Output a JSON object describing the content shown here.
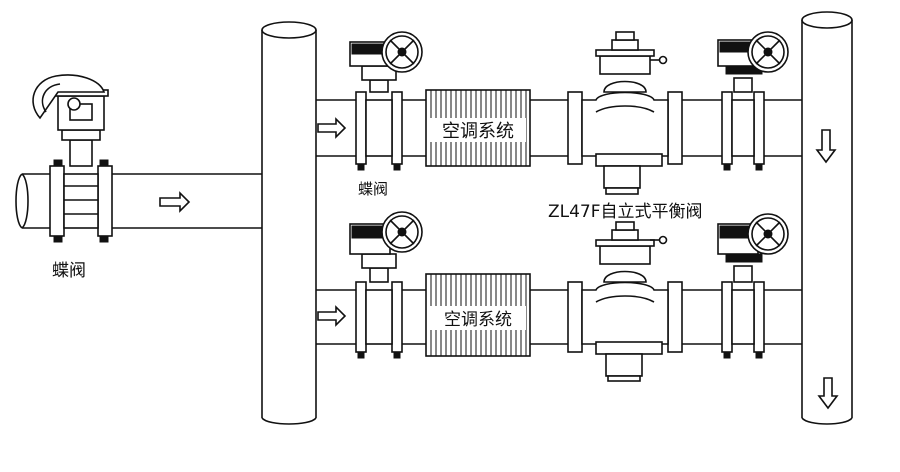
{
  "labels": {
    "butterfly_valve_left": "蝶阀",
    "butterfly_valve_upper": "蝶阀",
    "balance_valve": "ZL47F自立式平衡阀",
    "ac_system_upper": "空调系统",
    "ac_system_lower": "空调系统"
  },
  "colors": {
    "line": "#111111",
    "background": "#ffffff"
  },
  "icons": [
    "flow-arrow-right",
    "flow-arrow-down",
    "handwheel-actuator"
  ]
}
